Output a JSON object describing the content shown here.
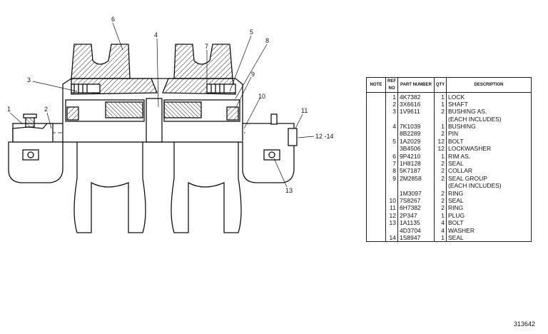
{
  "callouts": [
    "1",
    "2",
    "3",
    "4",
    "5",
    "6",
    "7",
    "8",
    "9",
    "10",
    "11",
    "12 -14",
    "13"
  ],
  "table": {
    "headers": {
      "note": "NOTE",
      "ref": "REF NO",
      "part": "PART NUMBER",
      "qty": "QTY",
      "desc": "DESCRIPTION"
    },
    "rows": [
      {
        "ref": "1",
        "part": "4K7382",
        "qty": "1",
        "desc": "LOCK"
      },
      {
        "ref": "2",
        "part": "3X6616",
        "qty": "1",
        "desc": "SHAFT"
      },
      {
        "ref": "3",
        "part": "1V9611",
        "qty": "2",
        "desc": "BUSHING AS."
      },
      {
        "ref": "",
        "part": "",
        "qty": "",
        "desc": "(EACH INCLUDES)"
      },
      {
        "ref": "4",
        "part": "7K1039",
        "qty": "1",
        "desc": "BUSHING"
      },
      {
        "ref": "",
        "part": "8B2289",
        "qty": "2",
        "desc": "PIN"
      },
      {
        "ref": "5",
        "part": "1A2029",
        "qty": "12",
        "desc": "BOLT"
      },
      {
        "ref": "",
        "part": "3B4506",
        "qty": "12",
        "desc": "LOCKWASHER"
      },
      {
        "ref": "6",
        "part": "9P4210",
        "qty": "1",
        "desc": "RIM AS."
      },
      {
        "ref": "7",
        "part": "1H8128",
        "qty": "2",
        "desc": "SEAL"
      },
      {
        "ref": "8",
        "part": "5K7187",
        "qty": "2",
        "desc": "COLLAR"
      },
      {
        "ref": "9",
        "part": "2M2858",
        "qty": "2",
        "desc": "SEAL GROUP"
      },
      {
        "ref": "",
        "part": "",
        "qty": "",
        "desc": "(EACH INCLUDES)"
      },
      {
        "ref": "",
        "part": "1M3097",
        "qty": "2",
        "desc": "RING"
      },
      {
        "ref": "10",
        "part": "7S8267",
        "qty": "2",
        "desc": "SEAL"
      },
      {
        "ref": "11",
        "part": "6H7382",
        "qty": "2",
        "desc": "RING"
      },
      {
        "ref": "12",
        "part": "2P347",
        "qty": "1",
        "desc": "PLUG"
      },
      {
        "ref": "13",
        "part": "1A1135",
        "qty": "4",
        "desc": "BOLT"
      },
      {
        "ref": "",
        "part": "4D3704",
        "qty": "4",
        "desc": "WASHER"
      },
      {
        "ref": "14",
        "part": "1S8947",
        "qty": "1",
        "desc": "SEAL"
      }
    ]
  },
  "doc_number": "313642"
}
